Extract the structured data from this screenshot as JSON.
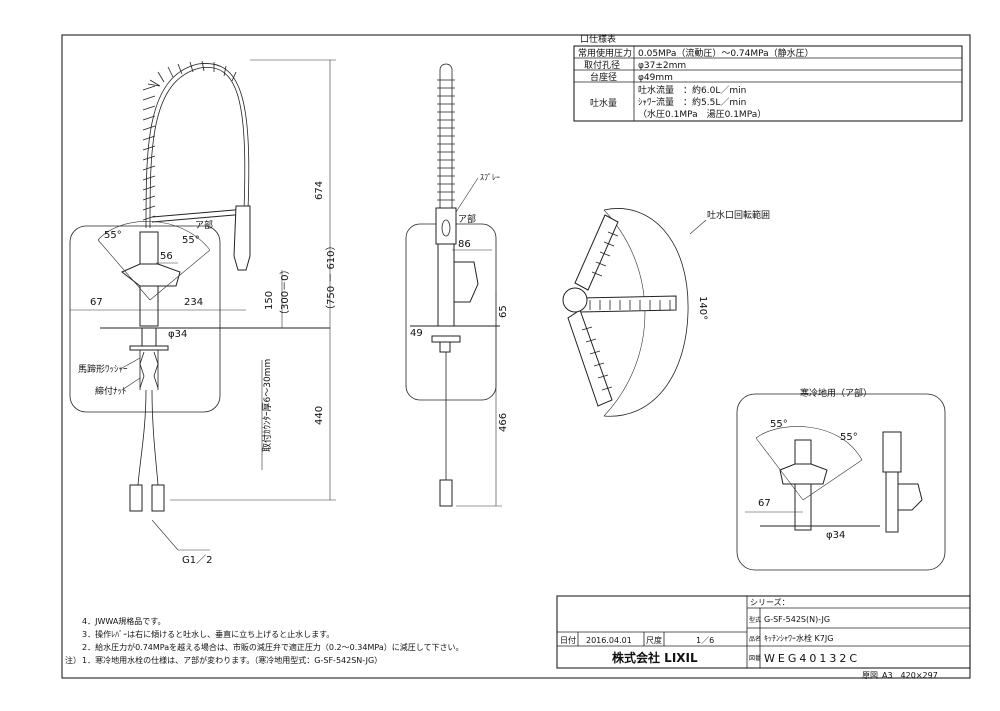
{
  "spec_table": {
    "title": "口仕様表",
    "rows": [
      {
        "label": "常用使用圧力",
        "value": "0.05MPa（流動圧）～0.74MPa（静水圧）"
      },
      {
        "label": "取付孔径",
        "value": "φ37±2mm"
      },
      {
        "label": "台座径",
        "value": "φ49mm"
      },
      {
        "label": "吐水量",
        "lines": [
          "吐水流量　：約6.0L／min",
          "ｼｬﾜｰ流量　：約5.5L／min",
          "（水圧0.1MPa　湯圧0.1MPa）"
        ]
      }
    ]
  },
  "front_view": {
    "dim_674": "674",
    "dim_674_range": "（750 － 610）",
    "dim_150": "150",
    "dim_150_range": "（300－0）",
    "dim_440": "440",
    "dim_234": "234",
    "dim_67": "67",
    "dim_56": "56",
    "angle_left": "55°",
    "angle_right": "55°",
    "part_a": "ア部",
    "dia_34": "φ34",
    "washer_label": "馬蹄形ﾜｯｼｬｰ",
    "nut_label": "締付ﾅｯﾄ",
    "counter_thickness": "取付ｶｳﾝﾀｰ厚6～30mm",
    "g_thread": "G1／2"
  },
  "side_view": {
    "spray_label": "ｽﾌﾟﾚｰ",
    "part_a": "ア部",
    "dim_86": "86",
    "dim_49": "49",
    "dim_65": "65",
    "dim_466": "466"
  },
  "top_view": {
    "rotation_label": "吐水口回転範囲",
    "angle_140": "140°"
  },
  "cold_region": {
    "title": "寒冷地用（ア部）",
    "angle_left": "55°",
    "angle_right": "55°",
    "dim_67": "67",
    "dia_34": "φ34"
  },
  "notes": [
    "4．JWWA規格品です。",
    "3．操作ﾚﾊﾞｰは右に傾けると吐水し、垂直に立ち上げると止水します。",
    "2．給水圧力が0.74MPaを越える場合は、市販の減圧弁で適正圧力（0.2～0.34MPa）に減圧して下さい。",
    "1．寒冷地用水栓の仕様は、ア部が変わります。（寒冷地用型式：G-SF-542SN-JG）"
  ],
  "notes_label": "注）",
  "title_block": {
    "series_label": "シリーズ：",
    "model_label": "型式",
    "model": "G-SF-542S(N)-JG",
    "name_label": "品名",
    "name": "ｷｯﾁﾝｼｬﾜｰ水栓 K7JG",
    "date_label": "日付",
    "date": "2016.04.01",
    "scale_label": "尺度",
    "scale": "1／6",
    "company": "株式会社 LIXIL",
    "drawing_label": "図番",
    "drawing_no": "WEG40132C",
    "original_label": "原図",
    "paper": "A3　420×297"
  }
}
